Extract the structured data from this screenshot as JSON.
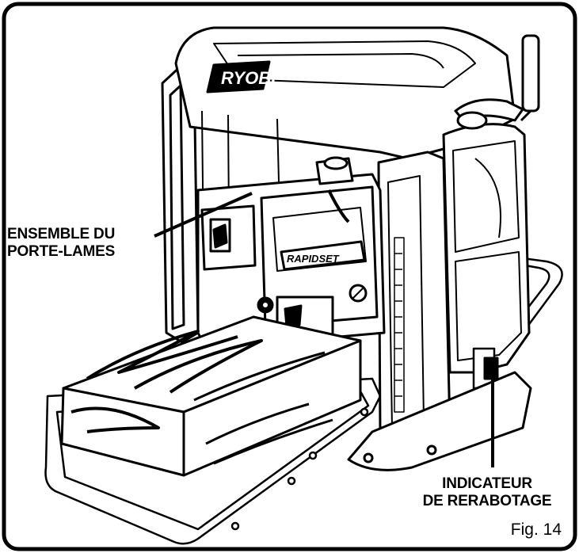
{
  "brand": "RYOBI",
  "rapidset_logo": "RAPIDSET",
  "labels": {
    "carriage_line1": "ENSEMBLE DU",
    "carriage_line2": "PORTE-LAMES",
    "indicator_line1": "INDICATEUR",
    "indicator_line2": "DE RERABOTAGE"
  },
  "caption": "Fig. 14",
  "colors": {
    "ink": "#000000",
    "paper": "#ffffff"
  }
}
